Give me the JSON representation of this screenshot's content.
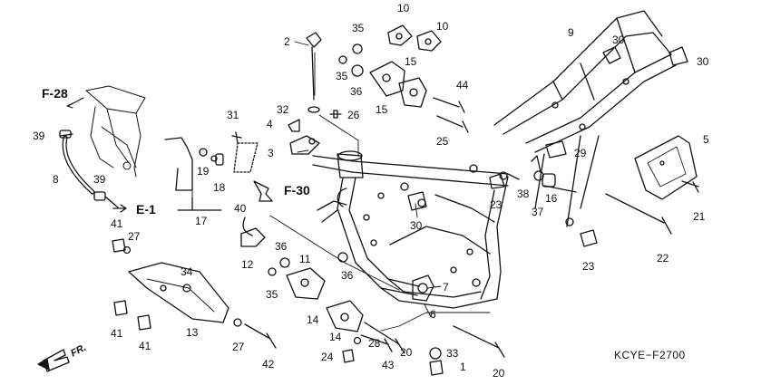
{
  "diagram": {
    "code": "KCYE−F2700",
    "direction_label": "FR.",
    "refs": {
      "f28": "F-28",
      "f30": "F-30",
      "e1": "E-1"
    },
    "parts": [
      {
        "id": "p10a",
        "label": "10"
      },
      {
        "id": "p10b",
        "label": "10"
      },
      {
        "id": "p2",
        "label": "2"
      },
      {
        "id": "p35a",
        "label": "35"
      },
      {
        "id": "p35b",
        "label": "35"
      },
      {
        "id": "p15a",
        "label": "15"
      },
      {
        "id": "p15b",
        "label": "15"
      },
      {
        "id": "p36a",
        "label": "36"
      },
      {
        "id": "p9",
        "label": "9"
      },
      {
        "id": "p30a",
        "label": "30"
      },
      {
        "id": "p30b",
        "label": "30"
      },
      {
        "id": "p44",
        "label": "44"
      },
      {
        "id": "p32",
        "label": "32"
      },
      {
        "id": "p26",
        "label": "26"
      },
      {
        "id": "p31",
        "label": "31"
      },
      {
        "id": "p4",
        "label": "4"
      },
      {
        "id": "p25",
        "label": "25"
      },
      {
        "id": "p39a",
        "label": "39"
      },
      {
        "id": "p39b",
        "label": "39"
      },
      {
        "id": "p8",
        "label": "8"
      },
      {
        "id": "p19",
        "label": "19"
      },
      {
        "id": "p18",
        "label": "18"
      },
      {
        "id": "p3",
        "label": "3"
      },
      {
        "id": "p29",
        "label": "29"
      },
      {
        "id": "p5",
        "label": "5"
      },
      {
        "id": "p38",
        "label": "38"
      },
      {
        "id": "p37",
        "label": "37"
      },
      {
        "id": "p16",
        "label": "16"
      },
      {
        "id": "p23a",
        "label": "23"
      },
      {
        "id": "p21",
        "label": "21"
      },
      {
        "id": "p40",
        "label": "40"
      },
      {
        "id": "p17",
        "label": "17"
      },
      {
        "id": "p30c",
        "label": "30"
      },
      {
        "id": "p41a",
        "label": "41"
      },
      {
        "id": "p27a",
        "label": "27"
      },
      {
        "id": "p12",
        "label": "12"
      },
      {
        "id": "p36b",
        "label": "36"
      },
      {
        "id": "p11",
        "label": "11"
      },
      {
        "id": "p36c",
        "label": "36"
      },
      {
        "id": "p22",
        "label": "22"
      },
      {
        "id": "p23b",
        "label": "23"
      },
      {
        "id": "p34",
        "label": "34"
      },
      {
        "id": "p35c",
        "label": "35"
      },
      {
        "id": "p7",
        "label": "7"
      },
      {
        "id": "p14a",
        "label": "14"
      },
      {
        "id": "p41b",
        "label": "41"
      },
      {
        "id": "p41c",
        "label": "41"
      },
      {
        "id": "p13",
        "label": "13"
      },
      {
        "id": "p14b",
        "label": "14"
      },
      {
        "id": "p6",
        "label": "6"
      },
      {
        "id": "p27b",
        "label": "27"
      },
      {
        "id": "p28",
        "label": "28"
      },
      {
        "id": "p20a",
        "label": "20"
      },
      {
        "id": "p33",
        "label": "33"
      },
      {
        "id": "p24",
        "label": "24"
      },
      {
        "id": "p42",
        "label": "42"
      },
      {
        "id": "p43",
        "label": "43"
      },
      {
        "id": "p1",
        "label": "1"
      },
      {
        "id": "p20b",
        "label": "20"
      }
    ]
  },
  "colors": {
    "ink": "#111111",
    "background": "#ffffff"
  }
}
